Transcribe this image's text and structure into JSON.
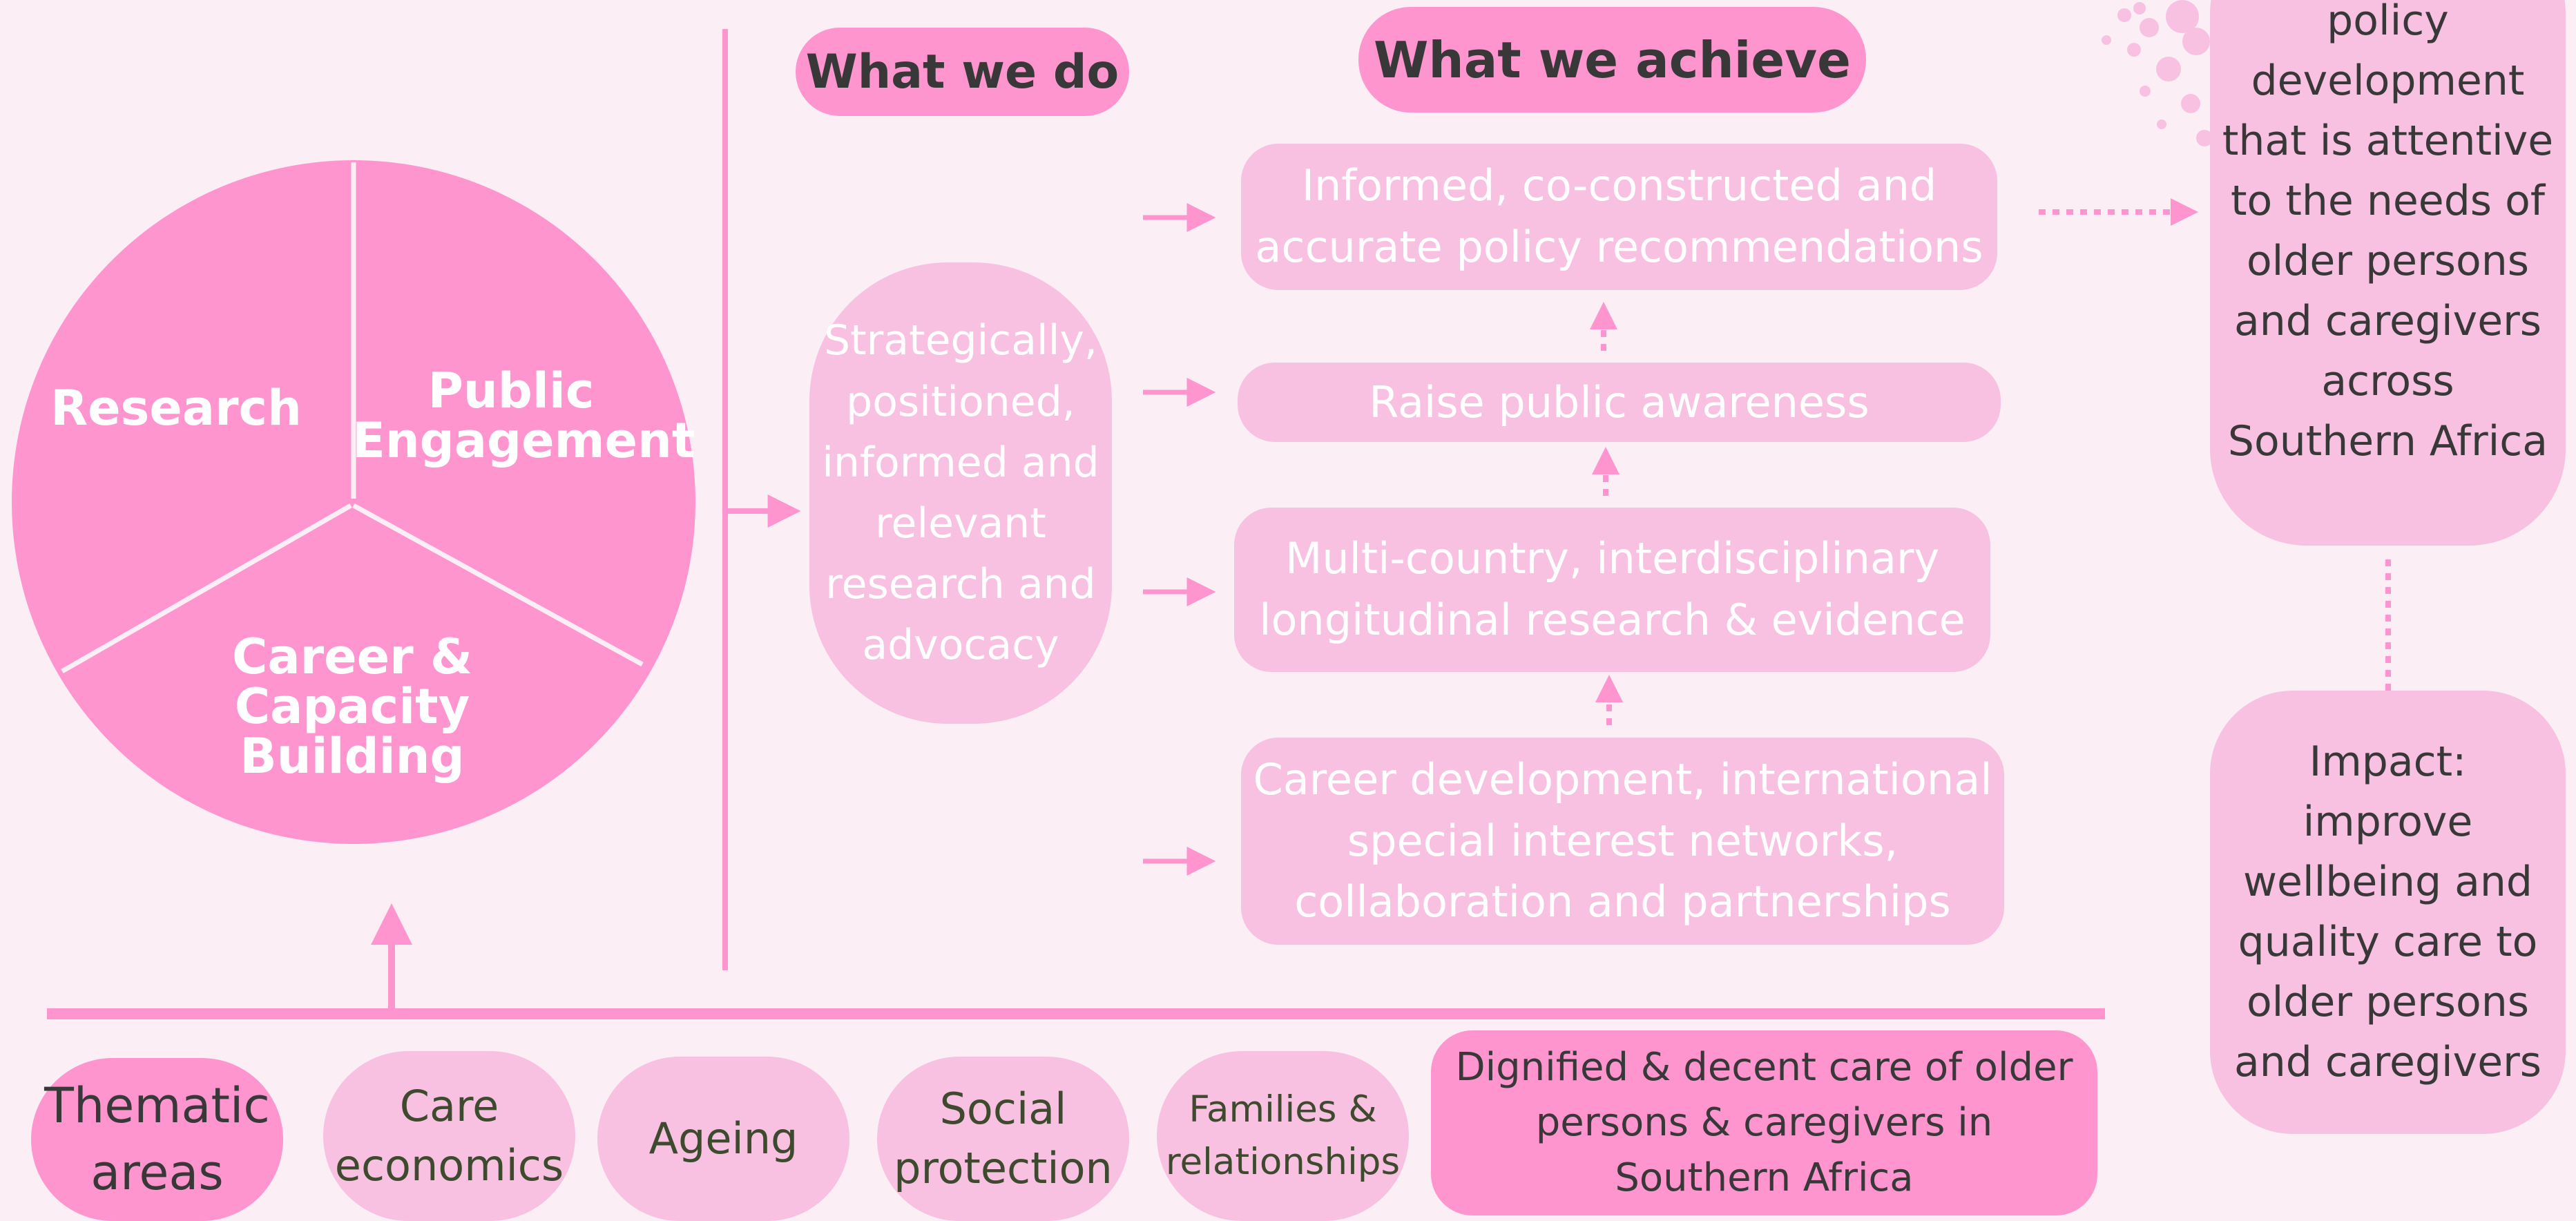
{
  "colors": {
    "background": "#fbeef5",
    "pink_strong": "#fe95cf",
    "pink_light": "#f8c1e1",
    "text_dark": "#383838",
    "text_green": "#3d4a2d",
    "text_white": "#ffffff"
  },
  "pie": {
    "segments": [
      {
        "label": "Research"
      },
      {
        "label": "Public\nEngagement"
      },
      {
        "label": "Career & Capacity\nBuilding"
      }
    ]
  },
  "headers": {
    "what_we_do": "What we do",
    "what_we_achieve": "What we achieve"
  },
  "do_box": "Strategically,\npositioned,\ninformed and\nrelevant\nresearch and\nadvocacy",
  "achieve": [
    {
      "text": "Informed, co-constructed and\naccurate policy recommendations"
    },
    {
      "text": "Raise public awareness"
    },
    {
      "text": "Multi-country, interdisciplinary\nlongitudinal research & evidence"
    },
    {
      "text": "Career development, international\nspecial interest networks,\ncollaboration and partnerships"
    }
  ],
  "outcome_box": "policy\ndevelopment\nthat is attentive\nto the needs of\nolder persons\nand caregivers\nacross\nSouthern Africa",
  "impact_box": "Impact:\nimprove\nwellbeing and\nquality care to\nolder persons\nand caregivers",
  "thematic": {
    "title": "Thematic\nareas",
    "items": [
      {
        "label": "Care\neconomics"
      },
      {
        "label": "Ageing"
      },
      {
        "label": "Social\nprotection"
      },
      {
        "label": "Families &\nrelationships"
      }
    ],
    "goal": "Dignified & decent care of older\npersons & caregivers in\nSouthern Africa"
  }
}
